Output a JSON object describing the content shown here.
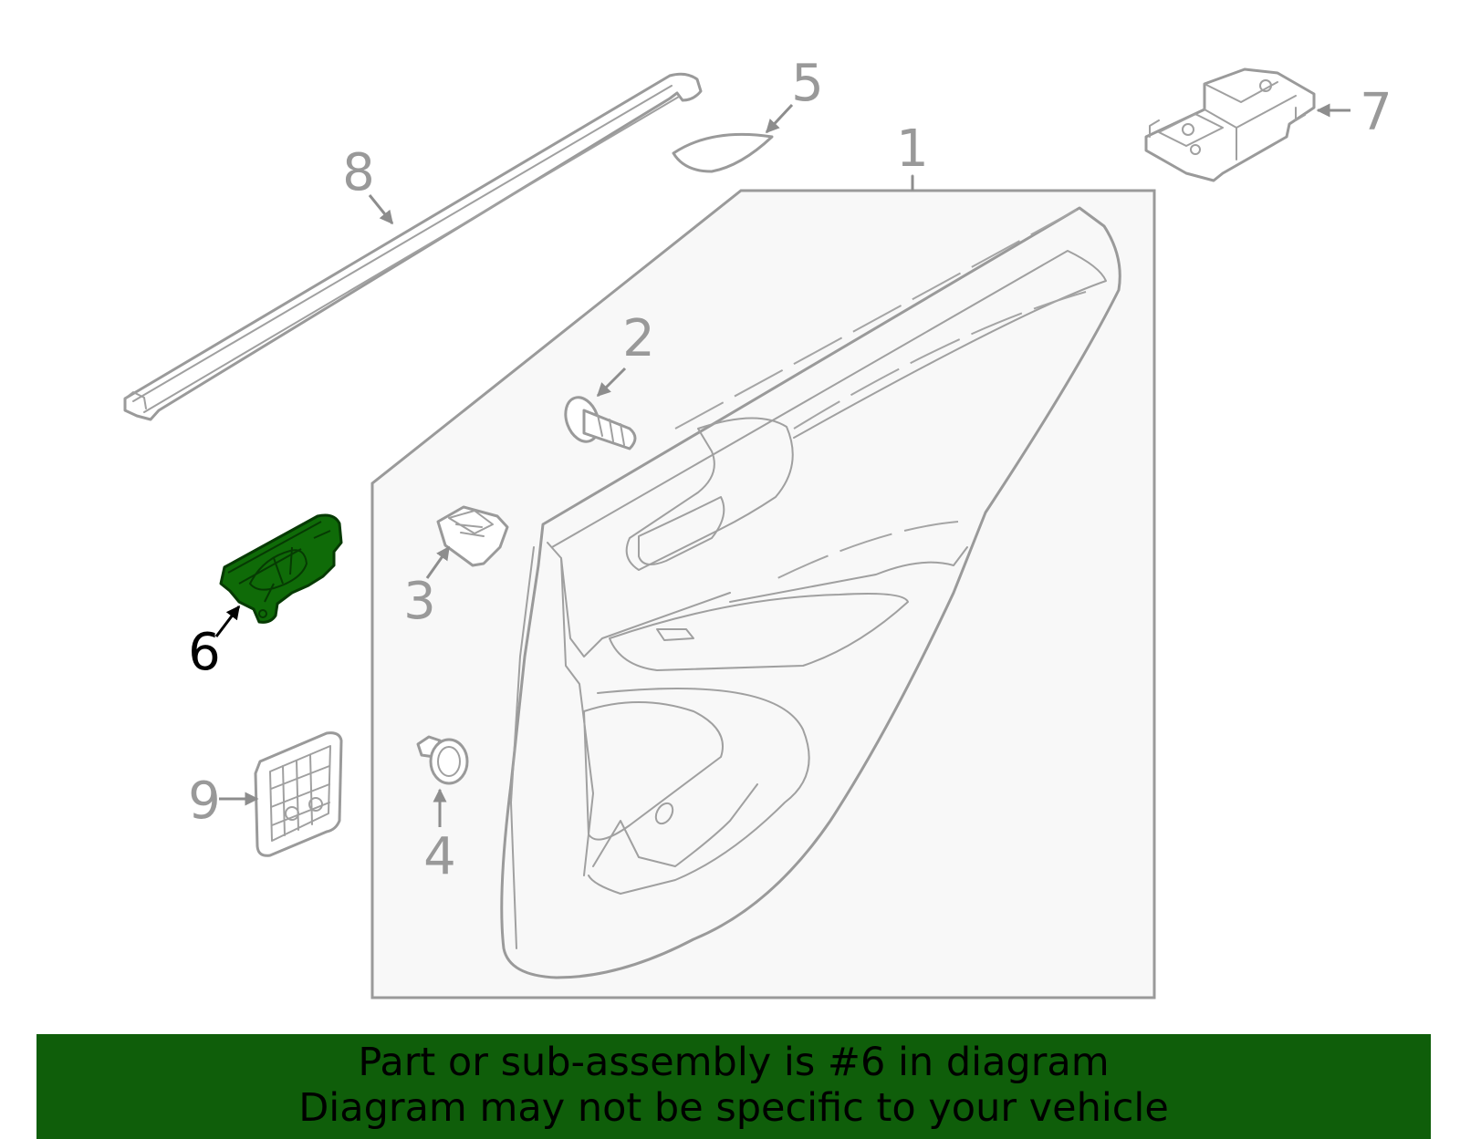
{
  "callouts": {
    "c1": "1",
    "c2": "2",
    "c3": "3",
    "c4": "4",
    "c5": "5",
    "c6": "6",
    "c7": "7",
    "c8": "8",
    "c9": "9"
  },
  "highlight": {
    "part": "6",
    "color": "#0f6b08"
  },
  "banner": {
    "line1": "Part or sub-assembly is #6 in diagram",
    "line2": "Diagram may not be specific to your vehicle",
    "background": "#0f5e0a"
  }
}
